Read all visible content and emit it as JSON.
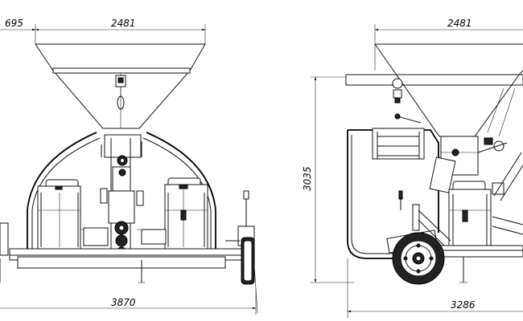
{
  "dimensions": {
    "front_overhang": "695",
    "front_hopper_width": "2481",
    "front_total_width": "3870",
    "side_hopper_width": "2481",
    "side_height": "3035",
    "side_total_length": "3286"
  }
}
